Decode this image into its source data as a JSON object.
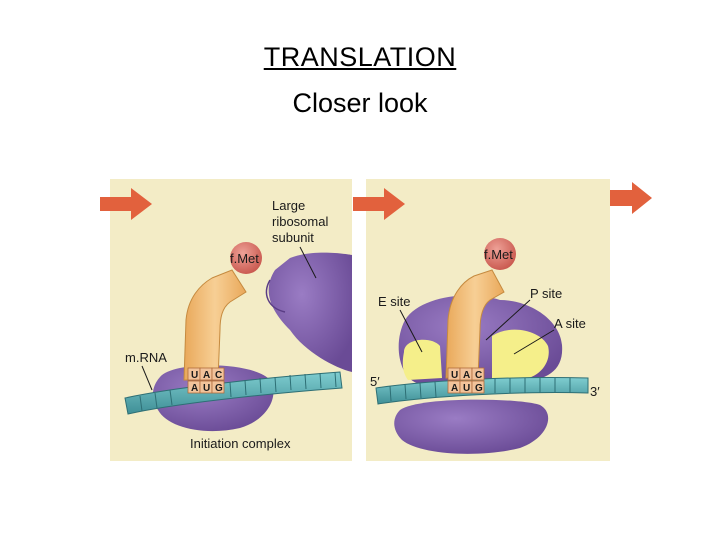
{
  "title": "TRANSLATION",
  "subtitle": "Closer look",
  "panel1": {
    "fmet": "f.Met",
    "large_subunit_label": [
      "Large",
      "ribosomal",
      "subunit"
    ],
    "mrna_label": "m.RNA",
    "anticodon": [
      "U",
      "A",
      "C"
    ],
    "codon": [
      "A",
      "U",
      "G"
    ],
    "caption": "Initiation complex"
  },
  "panel2": {
    "fmet": "f.Met",
    "e_site": "E site",
    "p_site": "P site",
    "a_site": "A site",
    "five_prime": "5′",
    "three_prime": "3′",
    "anticodon": [
      "U",
      "A",
      "C"
    ],
    "codon": [
      "A",
      "U",
      "G"
    ]
  },
  "colors": {
    "panel_bg": "#f3ecc6",
    "arrow": "#e2613d",
    "ribosome": "#7b5aa6",
    "trna": "#f2b870",
    "fmet": "#d9756b",
    "mrna": "#5fb3b8",
    "site": "#f5ef8a"
  }
}
